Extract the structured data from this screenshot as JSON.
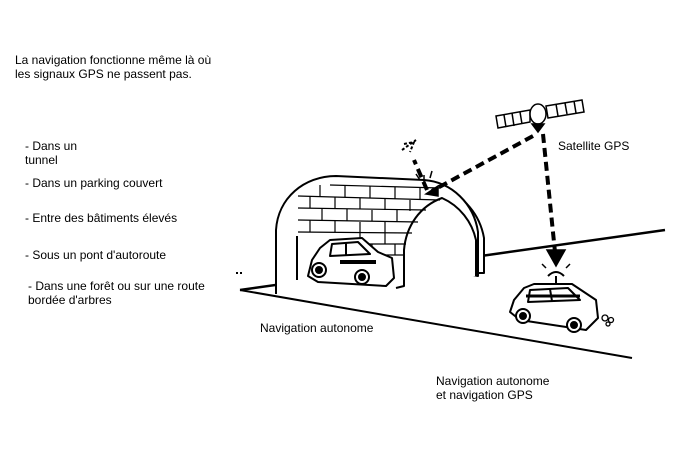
{
  "intro": {
    "line1": "La navigation fonctionne même là où",
    "line2": "les signaux GPS ne passent pas."
  },
  "conditions": [
    {
      "line1": "- Dans un",
      "line2": "tunnel"
    },
    {
      "line1": "- Dans un parking couvert"
    },
    {
      "line1": "- Entre des bâtiments élevés"
    },
    {
      "line1": "- Sous un pont d'autoroute"
    },
    {
      "line1": "- Dans une forêt ou sur une route",
      "line2": "bordée d'arbres"
    }
  ],
  "labels": {
    "satellite": "Satellite GPS",
    "autonomous": "Navigation autonome",
    "autonomous_gps_line1": "Navigation autonome",
    "autonomous_gps_line2": "et navigation GPS"
  },
  "icons": [
    "satellite-icon",
    "car-icon",
    "tunnel-icon",
    "signal-arrow-icon"
  ]
}
